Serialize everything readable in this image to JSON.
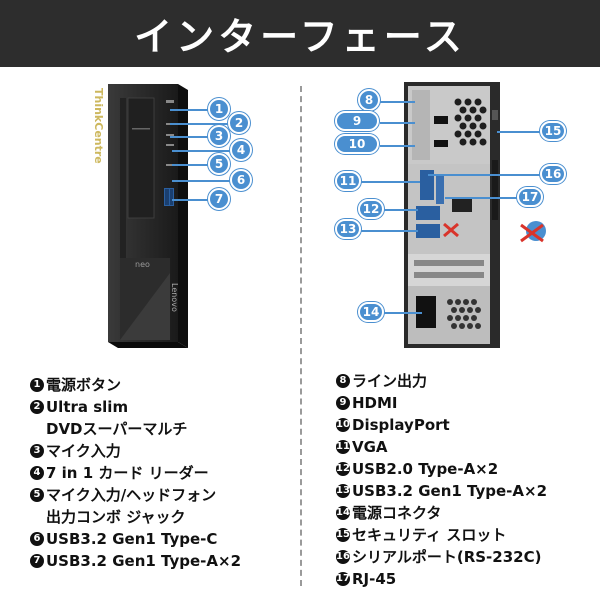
{
  "header": {
    "title": "インターフェース"
  },
  "front_panel": {
    "brand_vertical": "ThinkCentre",
    "brand_small": "neo",
    "brand_side": "Lenovo"
  },
  "callouts": [
    "1",
    "2",
    "3",
    "4",
    "5",
    "6",
    "7",
    "8",
    "9",
    "10",
    "11",
    "12",
    "13",
    "14",
    "15",
    "16",
    "17"
  ],
  "list_left": [
    {
      "num": "1",
      "text": "電源ボタン"
    },
    {
      "num": "2",
      "text": "Ultra slim",
      "cont": "DVDスーパーマルチ"
    },
    {
      "num": "3",
      "text": "マイク入力"
    },
    {
      "num": "4",
      "text": "7 in 1 カード リーダー"
    },
    {
      "num": "5",
      "text": "マイク入力/ヘッドフォン",
      "cont": "出力コンボ ジャック"
    },
    {
      "num": "6",
      "text": "USB3.2 Gen1 Type-C"
    },
    {
      "num": "7",
      "text": "USB3.2 Gen1 Type-A×2"
    }
  ],
  "list_right": [
    {
      "num": "8",
      "text": "ライン出力"
    },
    {
      "num": "9",
      "text": "HDMI"
    },
    {
      "num": "10",
      "text": "DisplayPort"
    },
    {
      "num": "11",
      "text": "VGA"
    },
    {
      "num": "12",
      "text": "USB2.0 Type-A×2"
    },
    {
      "num": "13",
      "text": "USB3.2 Gen1 Type-A×2"
    },
    {
      "num": "14",
      "text": "電源コネクタ"
    },
    {
      "num": "15",
      "text": "セキュリティ スロット"
    },
    {
      "num": "16",
      "text": "シリアルポート(RS-232C)"
    },
    {
      "num": "17",
      "text": "RJ-45"
    }
  ],
  "colors": {
    "accent": "#4a8fd0",
    "header_bg": "#2d2d2d",
    "disabled_x": "#d9342b"
  }
}
